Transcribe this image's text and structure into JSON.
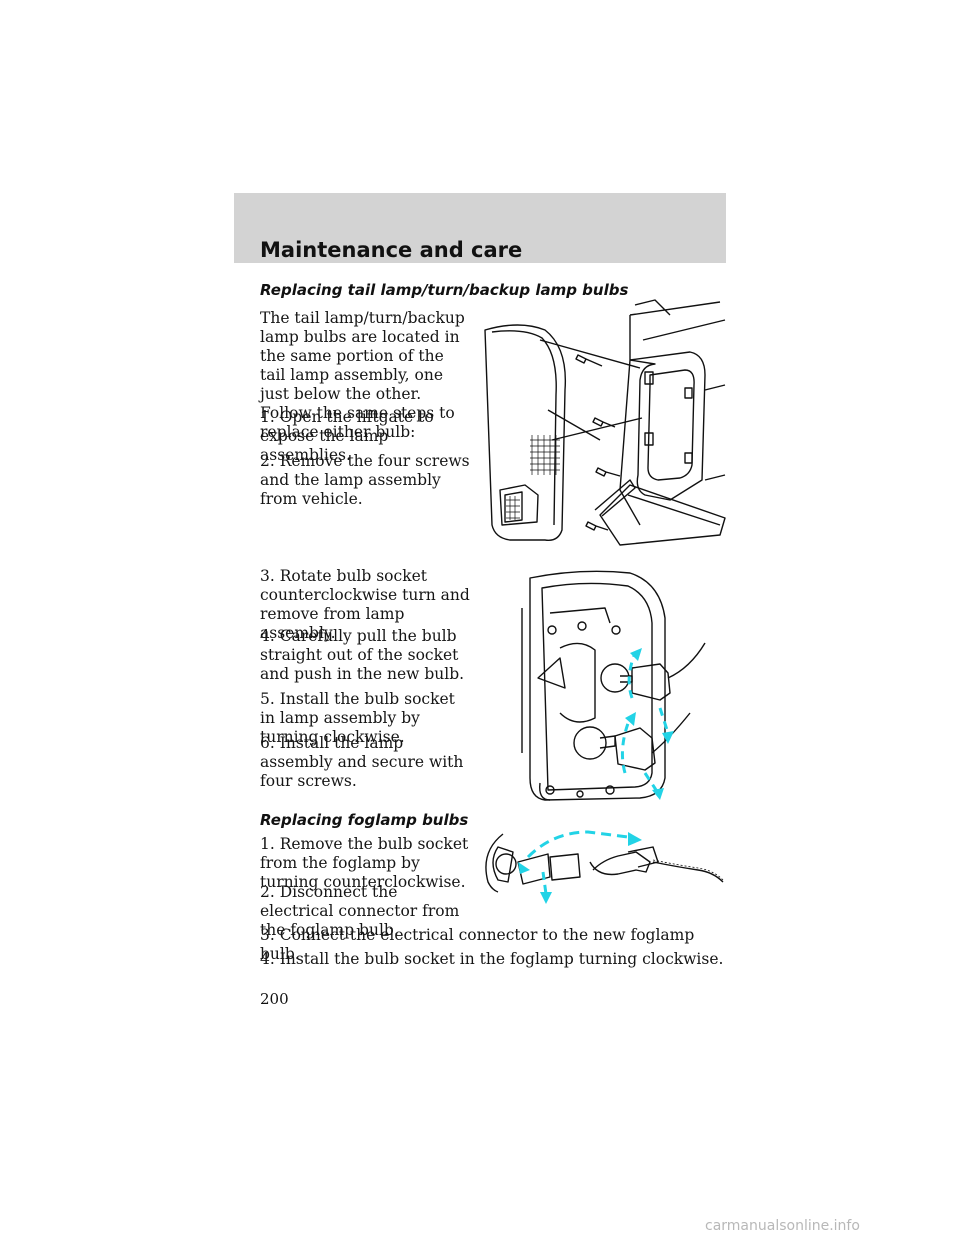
{
  "header": {
    "title": "Maintenance and care"
  },
  "section_tail": {
    "heading": "Replacing tail lamp/turn/backup lamp bulbs",
    "intro": "The tail lamp/turn/backup lamp bulbs are located in the same portion of the tail lamp assembly, one just below the other. Follow the same steps to replace either bulb:",
    "steps": [
      "1. Open the liftgate to expose the lamp assemblies.",
      "2. Remove the four screws and the lamp assembly from vehicle.",
      "3. Rotate bulb socket counterclockwise turn and remove from lamp assembly.",
      "4. Carefully pull the bulb straight out of the socket and push in the new bulb.",
      "5. Install the bulb socket in lamp assembly by turning clockwise.",
      "6. Install the lamp assembly and secure with four screws."
    ]
  },
  "section_fog": {
    "heading": "Replacing foglamp bulbs",
    "steps": [
      "1. Remove the bulb socket from the foglamp by turning counterclockwise.",
      "2. Disconnect the electrical connector from the foglamp bulb.",
      "3. Connect the electrical connector to the new foglamp bulb.",
      "4. Install the bulb socket in the foglamp turning clockwise."
    ]
  },
  "page_number": "200",
  "watermark": "carmanualsonline.info",
  "colors": {
    "header_band": "#d3d3d3",
    "arrow_accent": "#22d3e6"
  }
}
